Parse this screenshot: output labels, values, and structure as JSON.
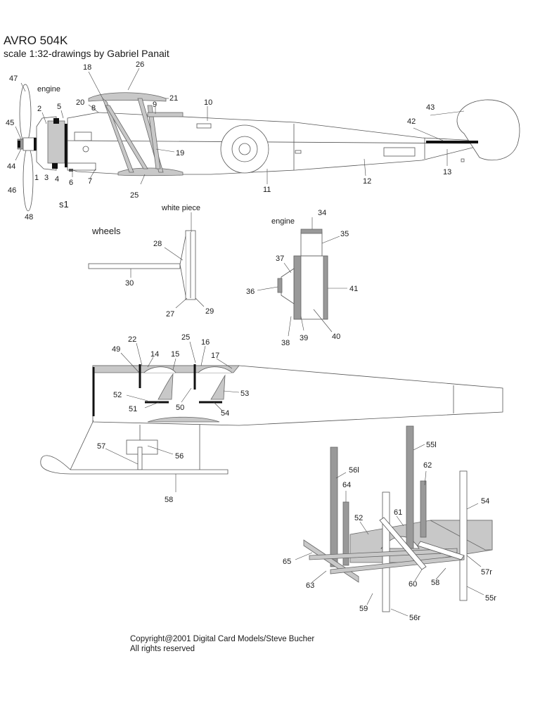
{
  "title": "AVRO 504K",
  "subtitle": "scale 1:32-drawings by Gabriel Panait",
  "copyright_line1": "Copyright@2001 Digital Card Models/Steve Bucher",
  "copyright_line2": "All rights reserved",
  "labels": {
    "engine_top": "engine",
    "engine_detail": "engine",
    "white_piece": "white piece",
    "wheels": "wheels",
    "s1": "s1"
  },
  "callouts": [
    "47",
    "18",
    "26",
    "2",
    "5",
    "20",
    "8",
    "21",
    "9",
    "10",
    "43",
    "45",
    "42",
    "44",
    "1",
    "3",
    "4",
    "6",
    "7",
    "19",
    "46",
    "25",
    "11",
    "12",
    "13",
    "48",
    "34",
    "35",
    "28",
    "37",
    "41",
    "36",
    "30",
    "27",
    "29",
    "38",
    "39",
    "40",
    "22",
    "25",
    "16",
    "49",
    "14",
    "15",
    "17",
    "52",
    "53",
    "51",
    "50",
    "54",
    "55l",
    "57",
    "56",
    "62",
    "56l",
    "64",
    "54",
    "58",
    "61",
    "52",
    "65",
    "57r",
    "63",
    "60",
    "58",
    "55r",
    "59",
    "56r"
  ]
}
